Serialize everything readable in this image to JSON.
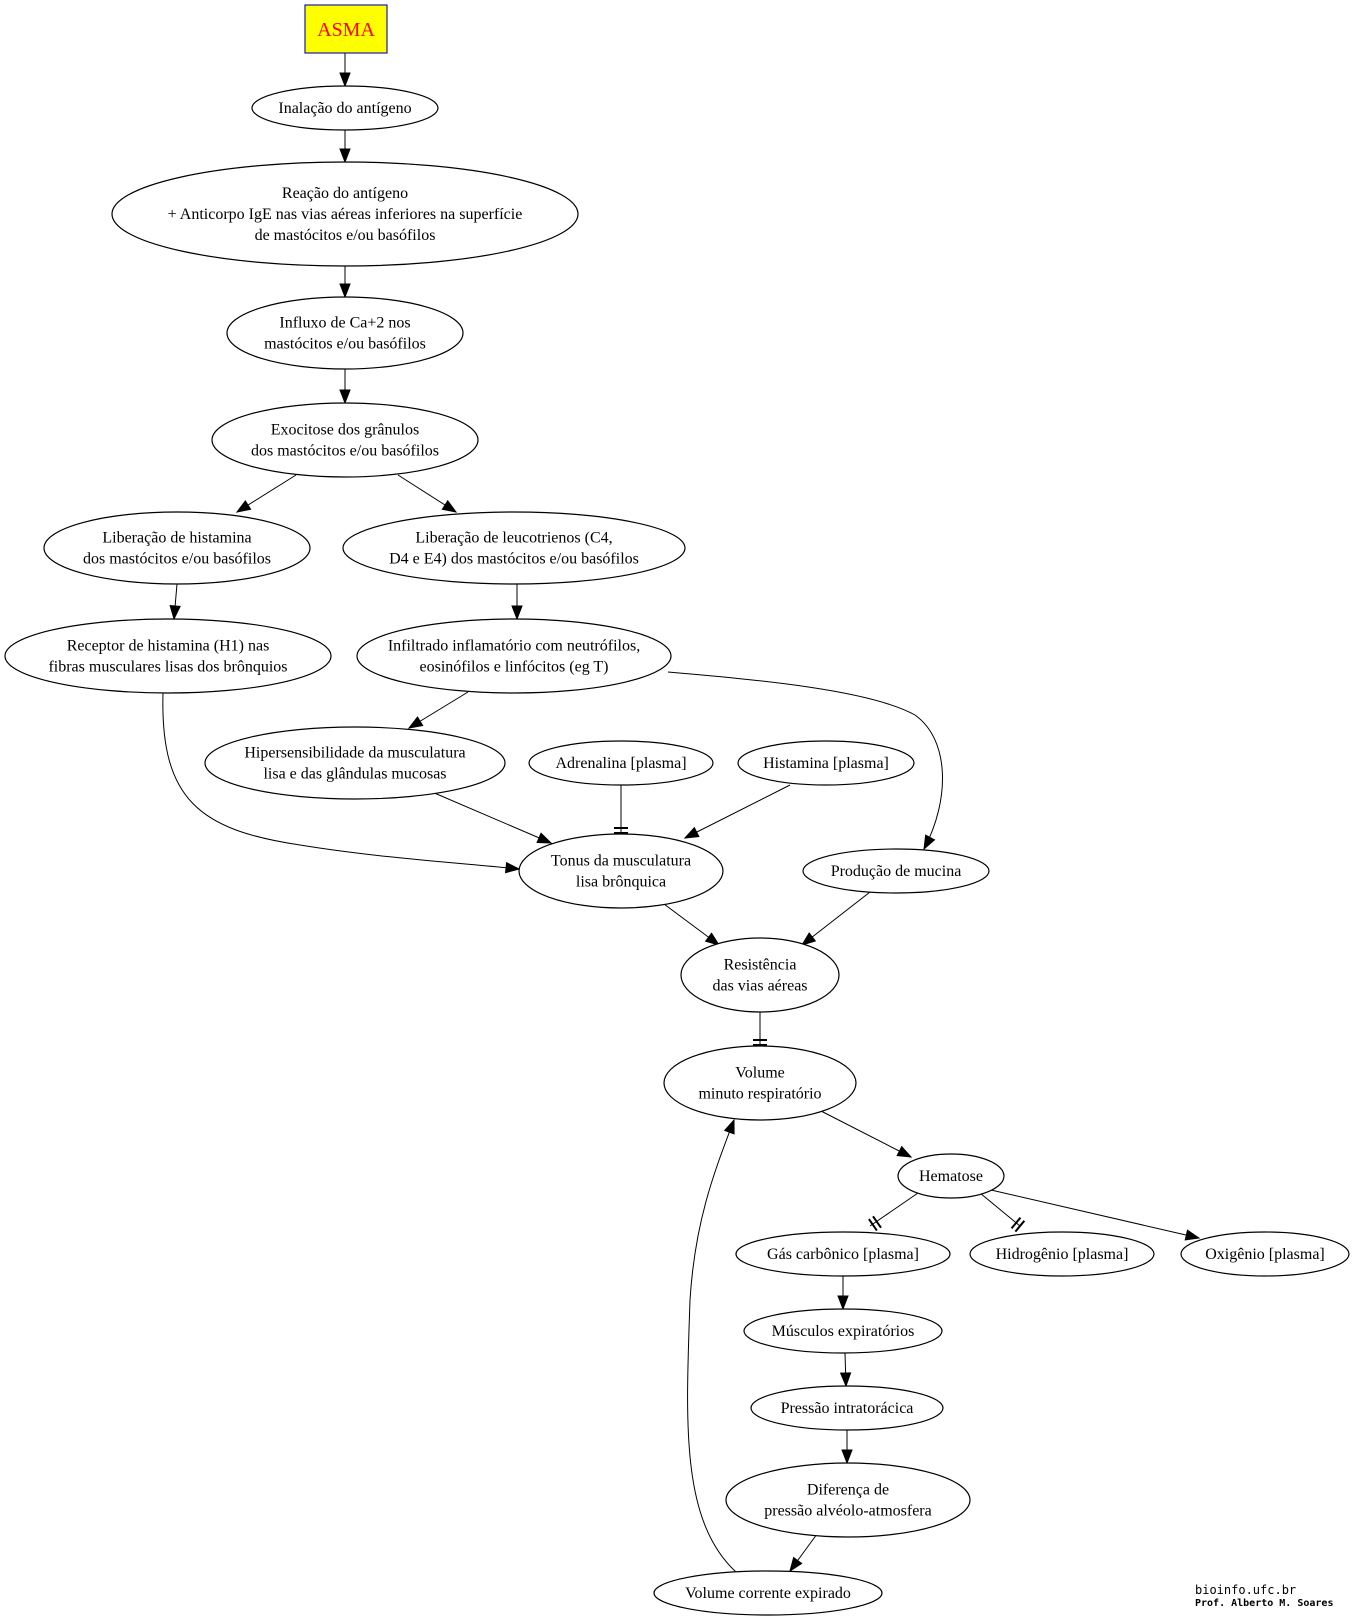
{
  "colors": {
    "title_fill": "#ffff00",
    "title_text": "#ff0000",
    "title_border": "#1a1aa8"
  },
  "diagram": {
    "title": "ASMA",
    "nodes": {
      "n1": [
        "Inalação do antígeno"
      ],
      "n2": [
        "Reação do antígeno",
        "+ Anticorpo IgE nas vias aéreas inferiores na superfície",
        "de mastócitos e/ou basófilos"
      ],
      "n3": [
        "Influxo de Ca+2 nos",
        "mastócitos e/ou basófilos"
      ],
      "n4": [
        "Exocitose dos grânulos",
        "dos mastócitos e/ou basófilos"
      ],
      "n5": [
        "Liberação de histamina",
        "dos mastócitos e/ou basófilos"
      ],
      "n6": [
        "Liberação de leucotrienos (C4,",
        "D4 e E4) dos mastócitos  e/ou basófilos"
      ],
      "n7": [
        "Receptor de histamina (H1) nas",
        "fibras musculares lisas dos brônquios"
      ],
      "n8": [
        "Infiltrado inflamatório com neutrófilos,",
        "eosinófilos e linfócitos (eg T)"
      ],
      "n9": [
        "Hipersensibilidade da musculatura",
        "lisa e das glândulas mucosas"
      ],
      "n10": [
        "Adrenalina [plasma]"
      ],
      "n11": [
        "Histamina [plasma]"
      ],
      "n12": [
        "Tonus da musculatura",
        "lisa brônquica"
      ],
      "n13": [
        "Produção de mucina"
      ],
      "n14": [
        "Resistência",
        "das vias aéreas"
      ],
      "n15": [
        "Volume",
        "minuto respiratório"
      ],
      "n16": [
        "Hematose"
      ],
      "n17": [
        "Gás carbônico [plasma]"
      ],
      "n18": [
        "Hidrogênio [plasma]"
      ],
      "n19": [
        "Oxigênio [plasma]"
      ],
      "n20": [
        "Músculos expiratórios"
      ],
      "n21": [
        "Pressão intratorácica"
      ],
      "n22": [
        "Diferença de",
        "pressão alvéolo-atmosfera"
      ],
      "n23": [
        "Volume corrente expirado"
      ]
    },
    "edges": [
      {
        "from": "title",
        "to": "n1",
        "type": "activates"
      },
      {
        "from": "n1",
        "to": "n2",
        "type": "activates"
      },
      {
        "from": "n2",
        "to": "n3",
        "type": "activates"
      },
      {
        "from": "n3",
        "to": "n4",
        "type": "activates"
      },
      {
        "from": "n4",
        "to": "n5",
        "type": "activates"
      },
      {
        "from": "n4",
        "to": "n6",
        "type": "activates"
      },
      {
        "from": "n5",
        "to": "n7",
        "type": "activates"
      },
      {
        "from": "n6",
        "to": "n8",
        "type": "activates"
      },
      {
        "from": "n8",
        "to": "n9",
        "type": "activates"
      },
      {
        "from": "n8",
        "to": "n13",
        "type": "activates"
      },
      {
        "from": "n7",
        "to": "n12",
        "type": "activates"
      },
      {
        "from": "n9",
        "to": "n12",
        "type": "activates"
      },
      {
        "from": "n10",
        "to": "n12",
        "type": "inhibits"
      },
      {
        "from": "n11",
        "to": "n12",
        "type": "activates"
      },
      {
        "from": "n12",
        "to": "n14",
        "type": "activates"
      },
      {
        "from": "n13",
        "to": "n14",
        "type": "activates"
      },
      {
        "from": "n14",
        "to": "n15",
        "type": "inhibits"
      },
      {
        "from": "n15",
        "to": "n16",
        "type": "activates"
      },
      {
        "from": "n16",
        "to": "n17",
        "type": "inhibits"
      },
      {
        "from": "n16",
        "to": "n18",
        "type": "inhibits"
      },
      {
        "from": "n16",
        "to": "n19",
        "type": "activates"
      },
      {
        "from": "n17",
        "to": "n20",
        "type": "activates"
      },
      {
        "from": "n20",
        "to": "n21",
        "type": "activates"
      },
      {
        "from": "n21",
        "to": "n22",
        "type": "activates"
      },
      {
        "from": "n22",
        "to": "n23",
        "type": "activates"
      },
      {
        "from": "n23",
        "to": "n15",
        "type": "activates"
      }
    ]
  },
  "credits": {
    "line1": "bioinfo.ufc.br",
    "line2": "Prof. Alberto M. Soares"
  }
}
